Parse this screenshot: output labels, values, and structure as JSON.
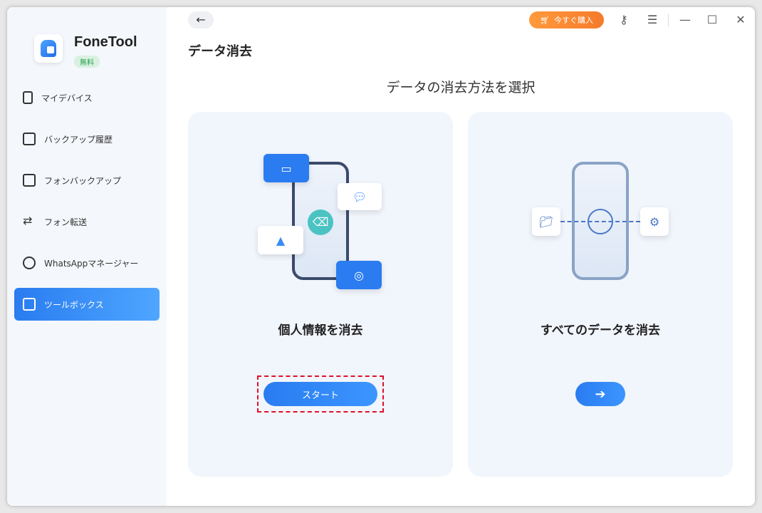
{
  "app": {
    "name": "FoneTool",
    "badge": "無料"
  },
  "sidebar": {
    "items": [
      {
        "label": "マイデバイス"
      },
      {
        "label": "バックアップ履歴"
      },
      {
        "label": "フォンバックアップ"
      },
      {
        "label": "フォン転送"
      },
      {
        "label": "WhatsAppマネージャー"
      },
      {
        "label": "ツールボックス",
        "active": true
      }
    ]
  },
  "header": {
    "back": "←",
    "buy": "今すぐ購入",
    "title": "データ消去"
  },
  "main": {
    "subtitle": "データの消去方法を選択",
    "cards": [
      {
        "title": "個人情報を消去",
        "button": "スタート"
      },
      {
        "title": "すべてのデータを消去",
        "button": "➔"
      }
    ]
  }
}
